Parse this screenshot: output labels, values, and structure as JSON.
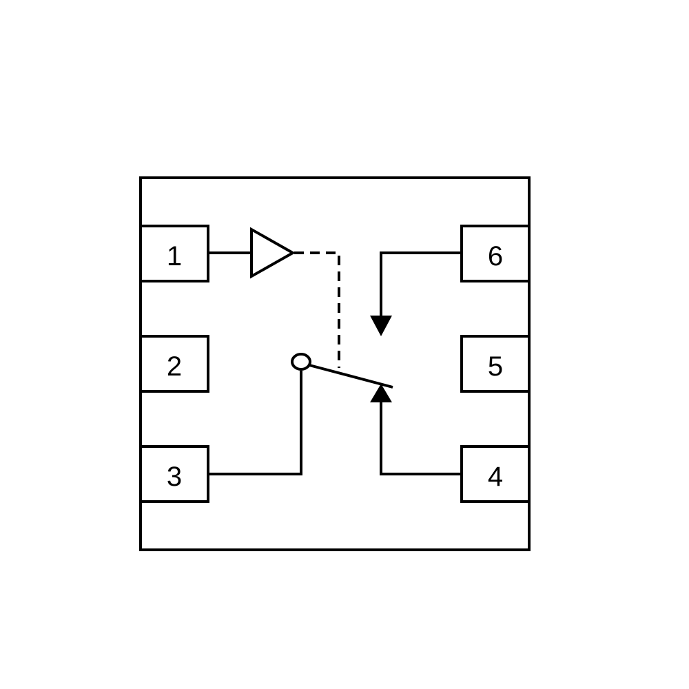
{
  "pins": [
    {
      "id": "pin-1",
      "label": "1"
    },
    {
      "id": "pin-2",
      "label": "2"
    },
    {
      "id": "pin-3",
      "label": "3"
    },
    {
      "id": "pin-4",
      "label": "4"
    },
    {
      "id": "pin-5",
      "label": "5"
    },
    {
      "id": "pin-6",
      "label": "6"
    }
  ],
  "colors": {
    "line": "#000000",
    "background": "#ffffff"
  }
}
